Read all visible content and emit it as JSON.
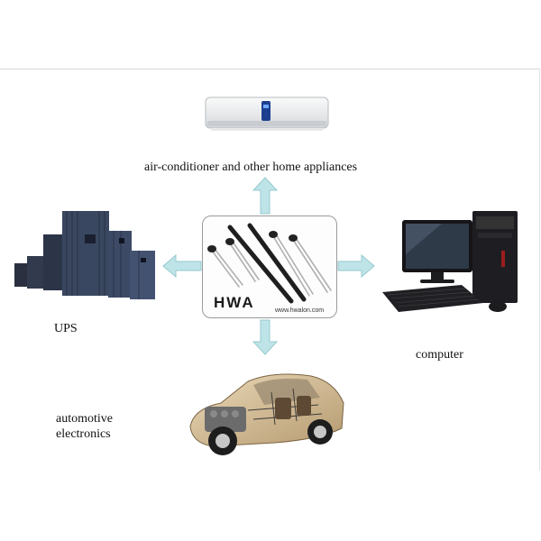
{
  "center": {
    "brand": "HWA",
    "url": "www.hwalon.com"
  },
  "applications": {
    "top": "air-conditioner and other  home appliances",
    "left": "UPS",
    "right": "computer",
    "bottom_line1": "automotive",
    "bottom_line2": "electronics"
  },
  "colors": {
    "arrow": "#bfe4e8",
    "arrow_stroke": "#94c9cf",
    "box_border": "#9a9a9a"
  },
  "icons": [
    "air-conditioner-icon",
    "ups-cabinet-icon",
    "desktop-computer-icon",
    "car-cutaway-icon",
    "thermistor-probe-icon"
  ]
}
